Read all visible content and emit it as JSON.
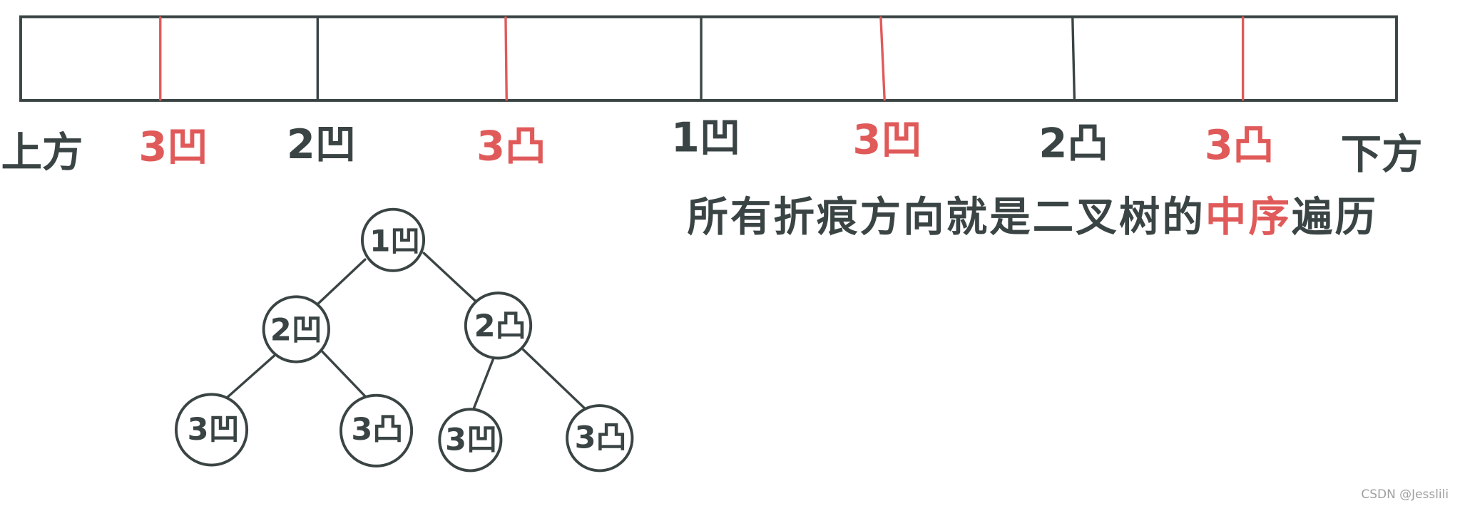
{
  "colors": {
    "ink": "#3b4444",
    "red": "#e05a5a",
    "watermark": "#a0a0a0",
    "background": "#ffffff"
  },
  "strip": {
    "start_label": "上方",
    "end_label": "下方",
    "folds": [
      {
        "label": "3凹",
        "color": "#e05a5a"
      },
      {
        "label": "2凹",
        "color": "#3b4444"
      },
      {
        "label": "3凸",
        "color": "#e05a5a"
      },
      {
        "label": "1凹",
        "color": "#3b4444"
      },
      {
        "label": "3凹",
        "color": "#e05a5a"
      },
      {
        "label": "2凸",
        "color": "#3b4444"
      },
      {
        "label": "3凸",
        "color": "#e05a5a"
      }
    ]
  },
  "note": {
    "parts": [
      {
        "text": "所有折痕方向就是二叉树的",
        "color": "#3b4444"
      },
      {
        "text": "中序",
        "color": "#e05a5a"
      },
      {
        "text": "遍历",
        "color": "#3b4444"
      }
    ]
  },
  "tree": {
    "label": "1凹",
    "children": [
      {
        "label": "2凹",
        "children": [
          {
            "label": "3凹"
          },
          {
            "label": "3凸"
          }
        ]
      },
      {
        "label": "2凸",
        "children": [
          {
            "label": "3凹"
          },
          {
            "label": "3凸"
          }
        ]
      }
    ]
  },
  "watermark": "CSDN @Jesslili"
}
